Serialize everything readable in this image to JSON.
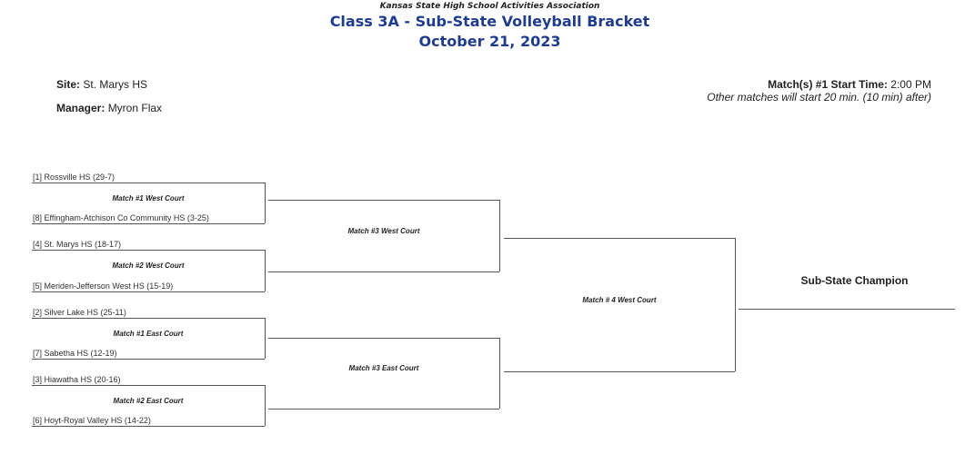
{
  "header": {
    "organization": "Kansas State High School Activities Association",
    "title": "Class 3A - Sub-State Volleyball Bracket",
    "date": "October 21, 2023"
  },
  "info": {
    "site_label": "Site:",
    "site_value": "St. Marys HS",
    "manager_label": "Manager:",
    "manager_value": "Myron Flax",
    "start_label": "Match(s) #1 Start Time:",
    "start_value": "2:00 PM",
    "note": "Other matches will start 20 min. (10 min) after)"
  },
  "round1": [
    {
      "top_team": "[1] Rossville HS (29-7)",
      "bottom_team": "[8] Effingham-Atchison Co Community HS (3-25)",
      "match": "Match #1 West Court"
    },
    {
      "top_team": "[4] St. Marys HS (18-17)",
      "bottom_team": "[5] Meriden-Jefferson West HS (15-19)",
      "match": "Match #2 West Court"
    },
    {
      "top_team": "[2] Silver Lake HS (25-11)",
      "bottom_team": "[7] Sabetha HS (12-19)",
      "match": "Match #1 East Court"
    },
    {
      "top_team": "[3] Hiawatha HS (20-16)",
      "bottom_team": "[6] Hoyt-Royal Valley HS (14-22)",
      "match": "Match #2 East Court"
    }
  ],
  "round2": [
    {
      "match": "Match #3 West Court"
    },
    {
      "match": "Match #3 East Court"
    }
  ],
  "round3": {
    "match": "Match # 4 West Court"
  },
  "champion": {
    "label": "Sub-State Champion"
  },
  "colors": {
    "title": "#1f3c8f",
    "lines": "#555555"
  }
}
